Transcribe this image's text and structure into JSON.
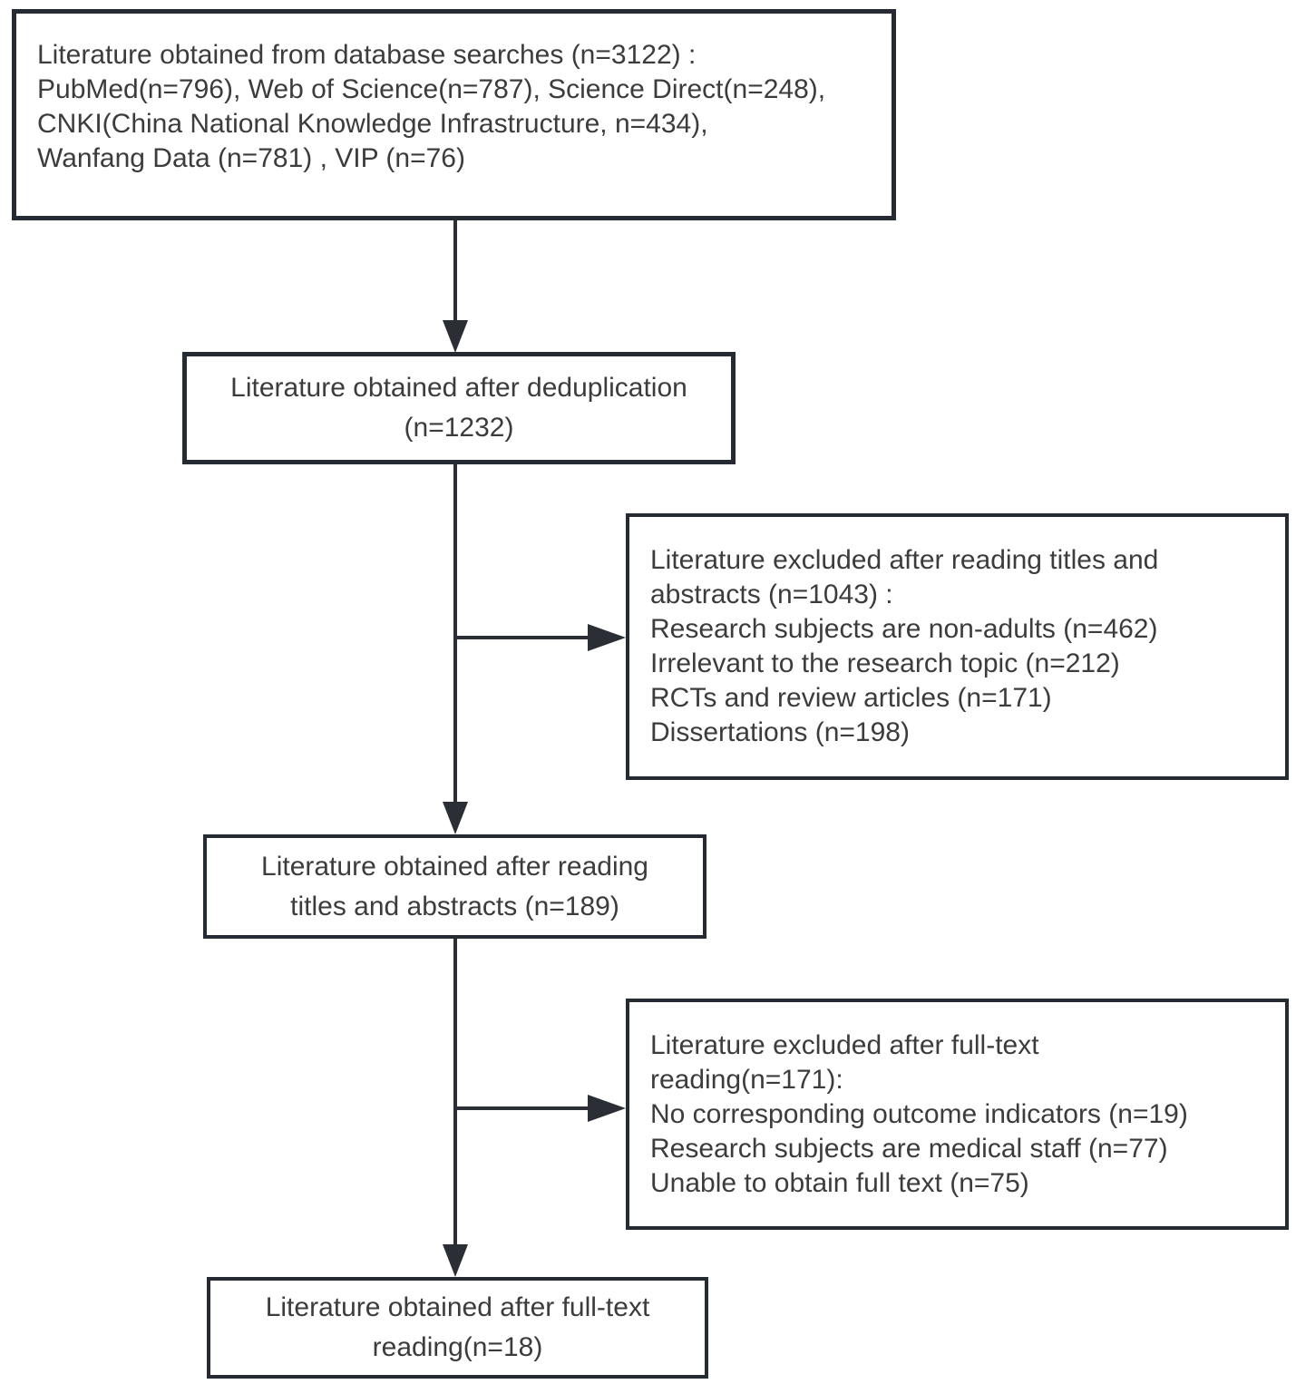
{
  "colors": {
    "line": "#2b2e35",
    "border": "#252a33",
    "text": "#3c3c3c",
    "background": "#ffffff"
  },
  "flow": {
    "search": {
      "name": "Literature obtained from database searches",
      "n": 3122,
      "lines": [
        "Literature obtained from database searches (n=3122) :",
        "PubMed(n=796), Web of Science(n=787), Science Direct(n=248),",
        "CNKI(China National Knowledge Infrastructure, n=434),",
        "Wanfang Data (n=781) , VIP (n=76)"
      ]
    },
    "dedup": {
      "name": "Literature obtained after deduplication",
      "n": 1232,
      "lines": [
        "Literature obtained after deduplication",
        "(n=1232)"
      ]
    },
    "excluded_abstract": {
      "name": "Literature excluded after reading titles and abstracts",
      "n": 1043,
      "lines": [
        "Literature excluded after reading titles and",
        "abstracts (n=1043) :",
        "Research subjects are non-adults (n=462)",
        "Irrelevant to the research topic (n=212)",
        "RCTs and review articles (n=171)",
        "Dissertations (n=198)"
      ]
    },
    "abstract": {
      "name": "Literature obtained after reading titles and abstracts",
      "n": 189,
      "lines": [
        "Literature obtained after reading",
        "titles and abstracts (n=189)"
      ]
    },
    "excluded_fulltext": {
      "name": "Literature excluded after full-text reading",
      "n": 171,
      "lines": [
        "Literature excluded after full-text",
        "reading(n=171):",
        "No corresponding outcome indicators (n=19)",
        "Research subjects are medical staff (n=77)",
        "Unable to obtain full text (n=75)"
      ]
    },
    "fulltext": {
      "name": "Literature obtained after full-text reading",
      "n": 18,
      "lines": [
        "Literature obtained after full-text",
        "reading(n=18)"
      ]
    }
  },
  "edges": [
    {
      "from": "search",
      "to": "dedup"
    },
    {
      "from": "dedup",
      "to": "abstract"
    },
    {
      "from": "dedup",
      "to": "excluded_abstract"
    },
    {
      "from": "abstract",
      "to": "fulltext"
    },
    {
      "from": "abstract",
      "to": "excluded_fulltext"
    }
  ]
}
